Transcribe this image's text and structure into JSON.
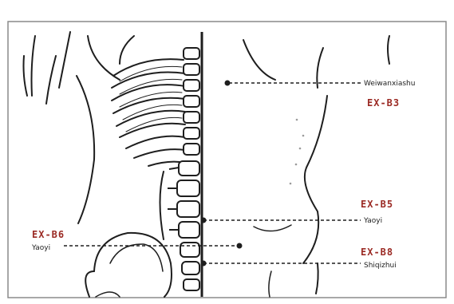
{
  "colors": {
    "code": "#9b2a24",
    "ink": "#1e1e1e",
    "frame": "#8a8a8a"
  },
  "labels": {
    "ex_b3": {
      "code": "EX-B3",
      "name": "Weiwanxiashu"
    },
    "ex_b5": {
      "code": "EX-B5",
      "name": "Yaoyi"
    },
    "ex_b6": {
      "code": "EX-B6",
      "name": "Yaoyi"
    },
    "ex_b8": {
      "code": "EX-B8",
      "name": "Shiqizhui"
    }
  }
}
